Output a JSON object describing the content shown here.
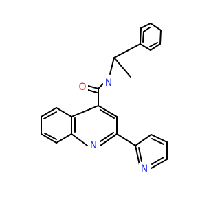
{
  "colors": {
    "background": "#ffffff",
    "bond": "#000000",
    "N": "#1f31e8",
    "O": "#e01f1f"
  },
  "atoms": [
    {
      "id": "O1",
      "element": "O",
      "label": "O"
    },
    {
      "id": "N_amide",
      "element": "N",
      "label": "N"
    },
    {
      "id": "N_quinoline",
      "element": "N",
      "label": "N"
    },
    {
      "id": "N_pyridine",
      "element": "N",
      "label": "N"
    }
  ]
}
